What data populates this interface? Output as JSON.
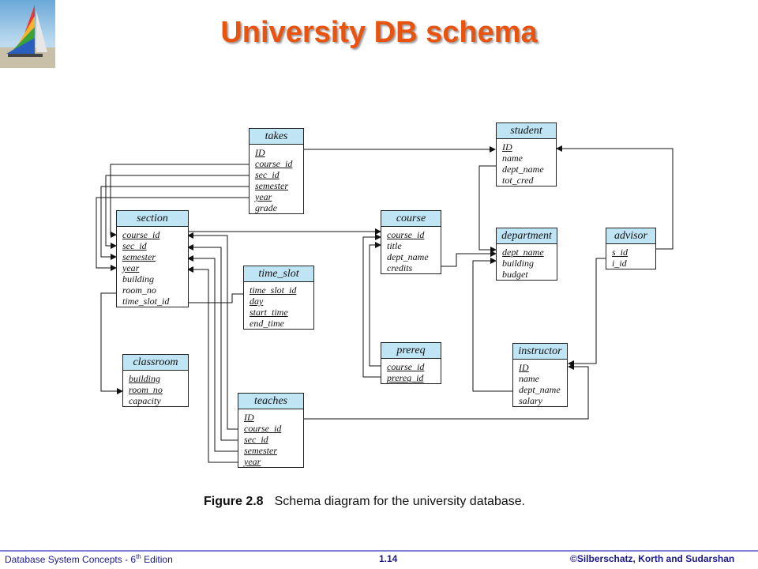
{
  "title": "University DB schema",
  "tables": {
    "takes": {
      "name": "takes",
      "fields": [
        {
          "text": "ID",
          "key": true
        },
        {
          "text": "course_id",
          "key": true
        },
        {
          "text": "sec_id",
          "key": true
        },
        {
          "text": "semester",
          "key": true
        },
        {
          "text": "year",
          "key": true
        },
        {
          "text": "grade",
          "key": false
        }
      ]
    },
    "student": {
      "name": "student",
      "fields": [
        {
          "text": "ID",
          "key": true
        },
        {
          "text": "name",
          "key": false
        },
        {
          "text": "dept_name",
          "key": false
        },
        {
          "text": "tot_cred",
          "key": false
        }
      ]
    },
    "section": {
      "name": "section",
      "fields": [
        {
          "text": "course_id",
          "key": true
        },
        {
          "text": "sec_id",
          "key": true
        },
        {
          "text": "semester",
          "key": true
        },
        {
          "text": "year",
          "key": true
        },
        {
          "text": "building",
          "key": false
        },
        {
          "text": "room_no",
          "key": false
        },
        {
          "text": "time_slot_id",
          "key": false
        }
      ]
    },
    "course": {
      "name": "course",
      "fields": [
        {
          "text": "course_id",
          "key": true
        },
        {
          "text": "title",
          "key": false
        },
        {
          "text": "dept_name",
          "key": false
        },
        {
          "text": "credits",
          "key": false
        }
      ]
    },
    "department": {
      "name": "department",
      "fields": [
        {
          "text": "dept_name",
          "key": true
        },
        {
          "text": "building",
          "key": false
        },
        {
          "text": "budget",
          "key": false
        }
      ]
    },
    "advisor": {
      "name": "advisor",
      "fields": [
        {
          "text": "s_id",
          "key": true
        },
        {
          "text": "i_id",
          "key": false
        }
      ]
    },
    "time_slot": {
      "name": "time_slot",
      "fields": [
        {
          "text": "time_slot_id",
          "key": true
        },
        {
          "text": "day",
          "key": true
        },
        {
          "text": "start_time",
          "key": true
        },
        {
          "text": "end_time",
          "key": false
        }
      ]
    },
    "classroom": {
      "name": "classroom",
      "fields": [
        {
          "text": "building",
          "key": true
        },
        {
          "text": "room_no",
          "key": true
        },
        {
          "text": "capacity",
          "key": false
        }
      ]
    },
    "prereq": {
      "name": "prereq",
      "fields": [
        {
          "text": "course_id",
          "key": true
        },
        {
          "text": "prereq_id",
          "key": true
        }
      ]
    },
    "instructor": {
      "name": "instructor",
      "fields": [
        {
          "text": "ID",
          "key": true
        },
        {
          "text": "name",
          "key": false
        },
        {
          "text": "dept_name",
          "key": false
        },
        {
          "text": "salary",
          "key": false
        }
      ]
    },
    "teaches": {
      "name": "teaches",
      "fields": [
        {
          "text": "ID",
          "key": true
        },
        {
          "text": "course_id",
          "key": true
        },
        {
          "text": "sec_id",
          "key": true
        },
        {
          "text": "semester",
          "key": true
        },
        {
          "text": "year",
          "key": true
        }
      ]
    }
  },
  "caption": {
    "figure": "Figure 2.8",
    "text": "Schema diagram for the university database."
  },
  "footer": {
    "left": "Database  System Concepts  - 6",
    "left_sup": "th",
    "left_tail": " Edition",
    "center": "1.14",
    "right": "©Silberschatz, Korth and Sudarshan"
  },
  "colors": {
    "title": "#e8530e",
    "header_fill": "#bfe4f4",
    "footer_text": "#1a1a8c",
    "footer_bar": "#7f7fd6"
  },
  "logo_icon": "sailboat-icon"
}
